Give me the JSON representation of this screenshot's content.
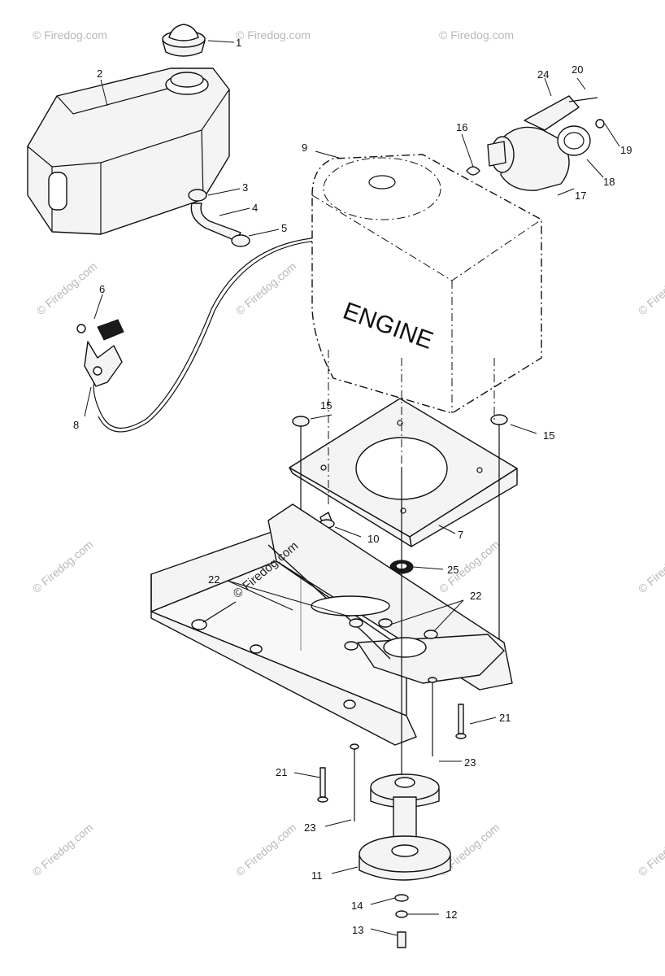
{
  "diagram": {
    "engine_label": "ENGINE",
    "watermark_text": "© Firedog.com",
    "callouts": {
      "c1": "1",
      "c2": "2",
      "c3": "3",
      "c4": "4",
      "c5": "5",
      "c6": "6",
      "c7": "7",
      "c8": "8",
      "c9": "9",
      "c10": "10",
      "c11": "11",
      "c12": "12",
      "c13": "13",
      "c14": "14",
      "c15a": "15",
      "c15b": "15",
      "c16": "16",
      "c17": "17",
      "c18": "18",
      "c19": "19",
      "c20": "20",
      "c21a": "21",
      "c21b": "21",
      "c22a": "22",
      "c22b": "22",
      "c23a": "23",
      "c23b": "23",
      "c24": "24",
      "c25": "25"
    }
  }
}
